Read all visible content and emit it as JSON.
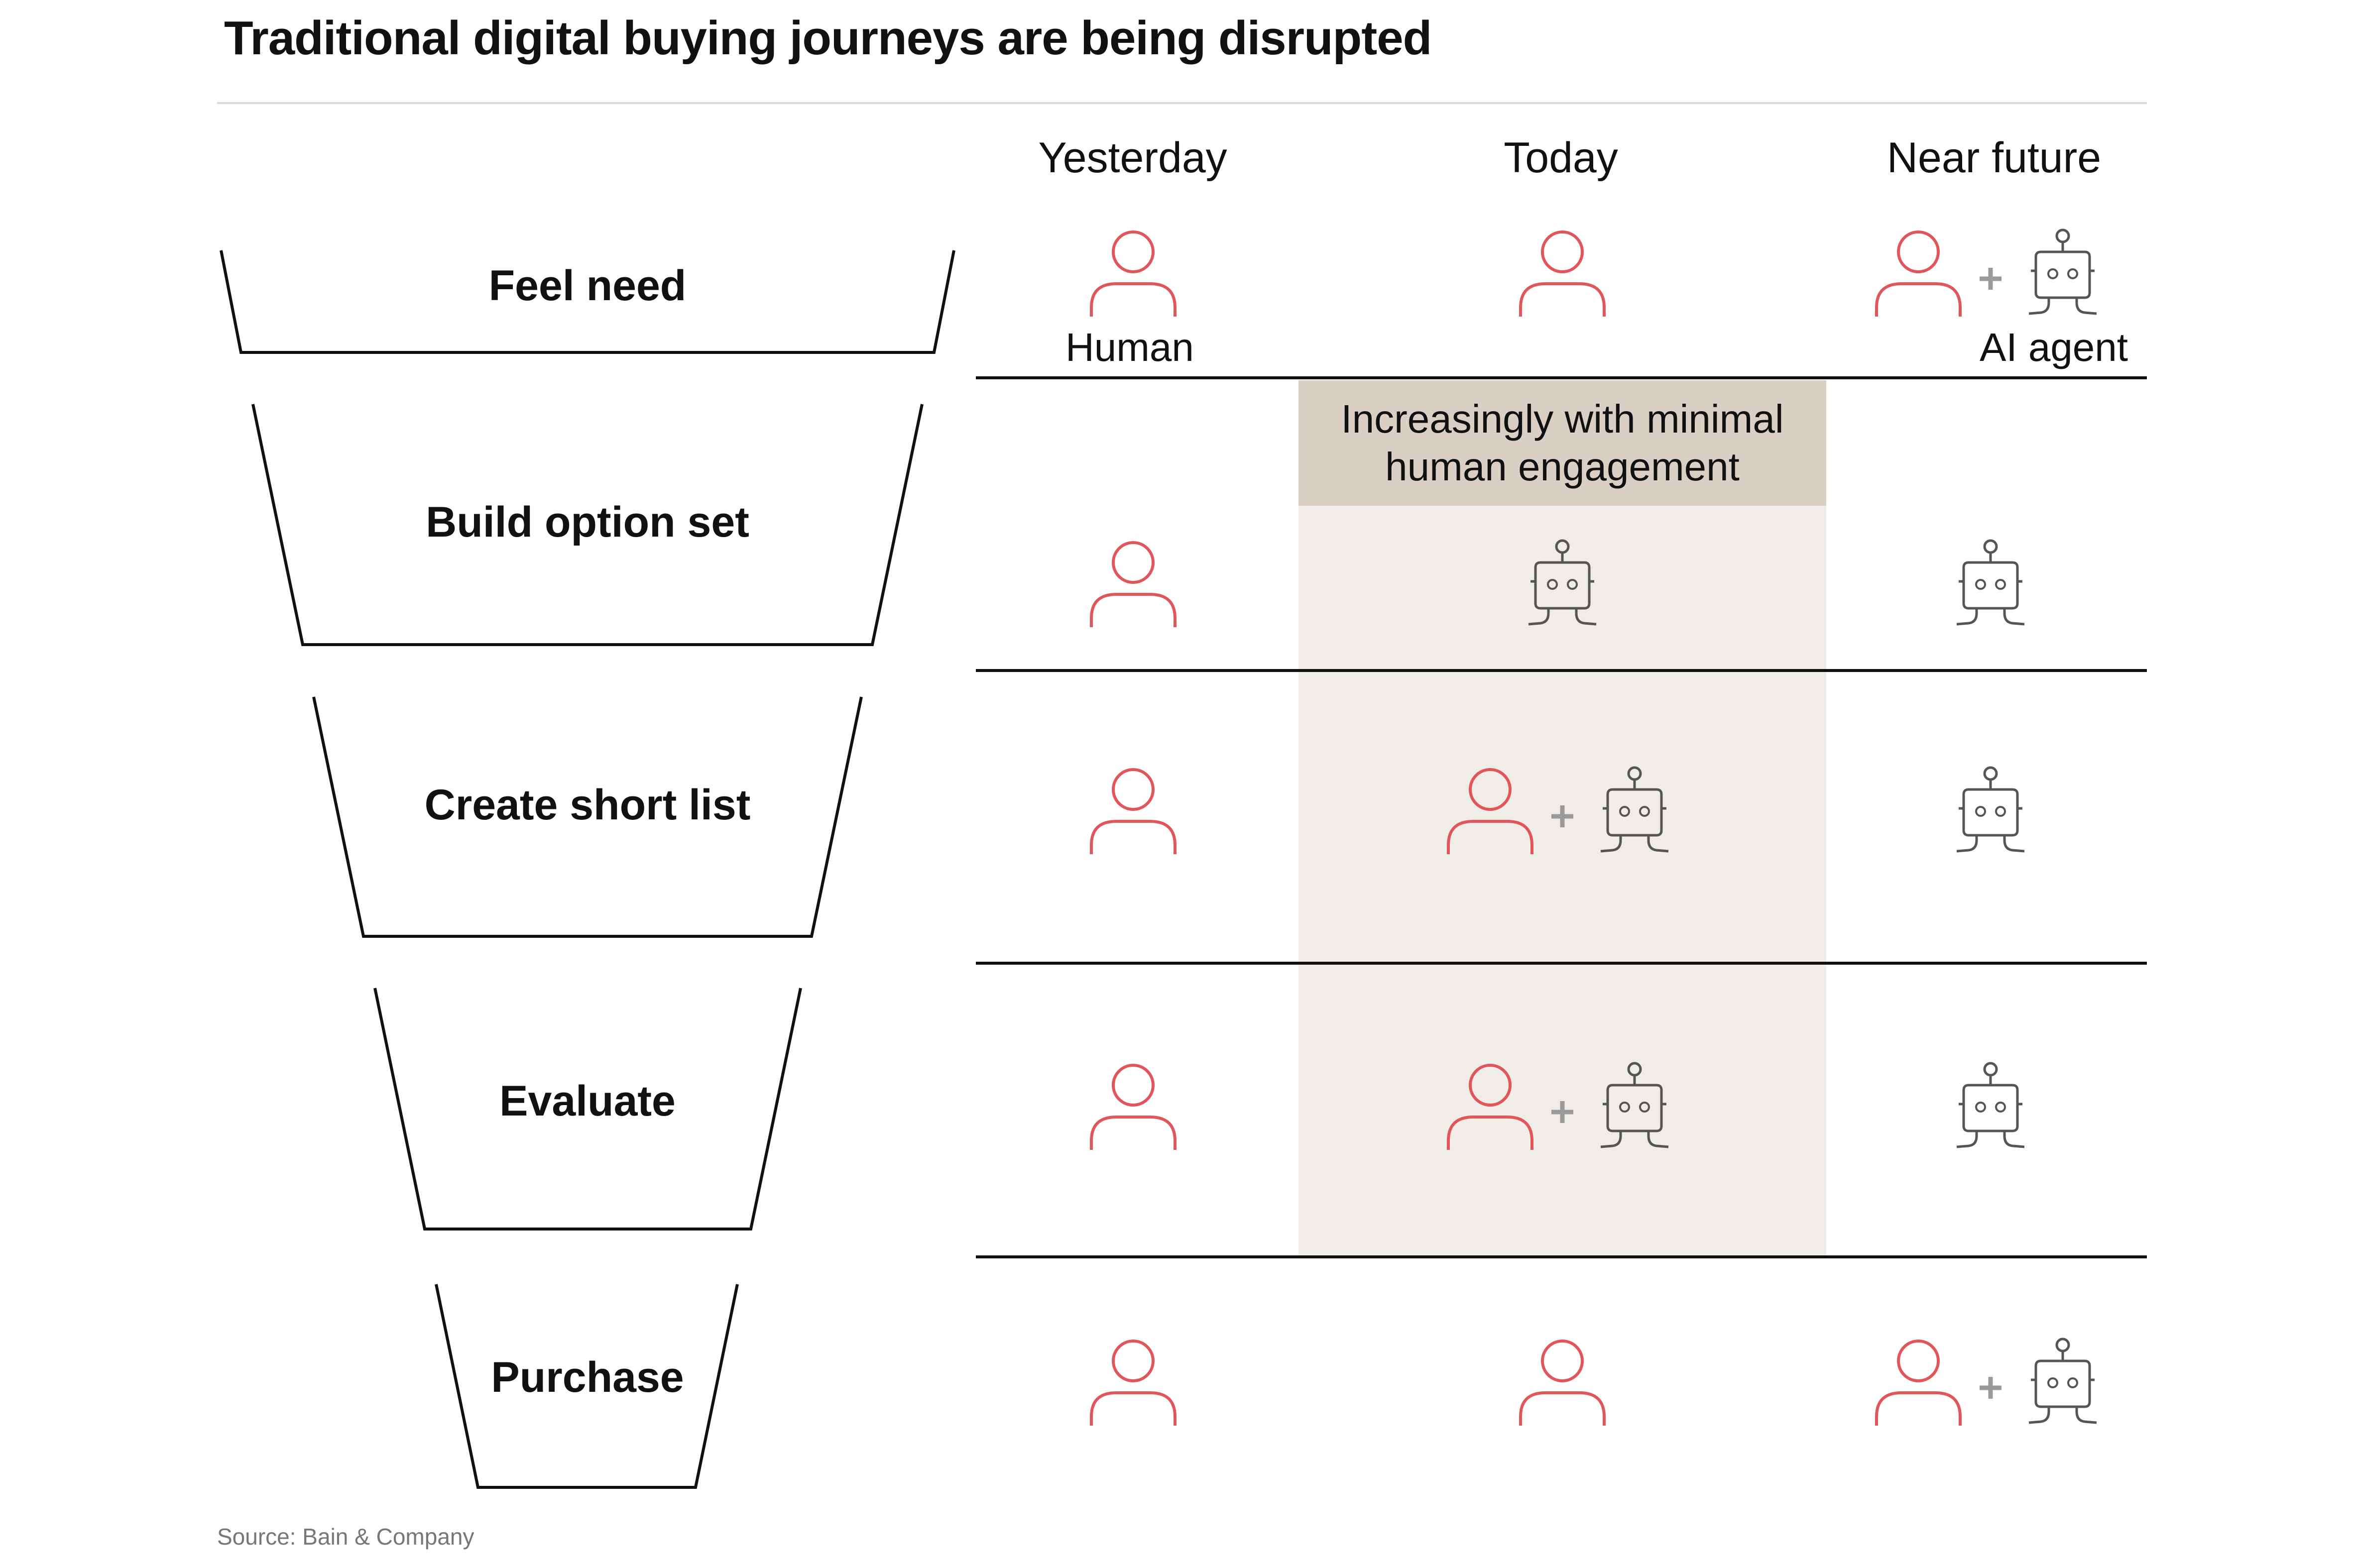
{
  "title": "Traditional digital buying journeys are being disrupted",
  "columns": [
    "Yesterday",
    "Today",
    "Near future"
  ],
  "legend": {
    "human_label": "Human",
    "ai_label": "AI agent"
  },
  "callout": "Increasingly with minimal human engagement",
  "stages": [
    "Feel need",
    "Build option set",
    "Create short list",
    "Evaluate",
    "Purchase"
  ],
  "grid": [
    {
      "stage": "Feel need",
      "yesterday": "human",
      "today": "human",
      "near_future": "human+ai"
    },
    {
      "stage": "Build option set",
      "yesterday": "human",
      "today": "ai",
      "near_future": "ai"
    },
    {
      "stage": "Create short list",
      "yesterday": "human",
      "today": "human+ai",
      "near_future": "ai"
    },
    {
      "stage": "Evaluate",
      "yesterday": "human",
      "today": "human+ai",
      "near_future": "ai"
    },
    {
      "stage": "Purchase",
      "yesterday": "human",
      "today": "human",
      "near_future": "human+ai"
    }
  ],
  "colors": {
    "human": "#e0565b",
    "ai": "#555555",
    "plus": "#9a9a9a",
    "highlight": "#f0ede8",
    "callout": "#d9cfc5"
  },
  "icons": {
    "human": "person-icon",
    "ai": "robot-icon",
    "plus": "plus-icon"
  },
  "source": "Source: Bain & Company"
}
